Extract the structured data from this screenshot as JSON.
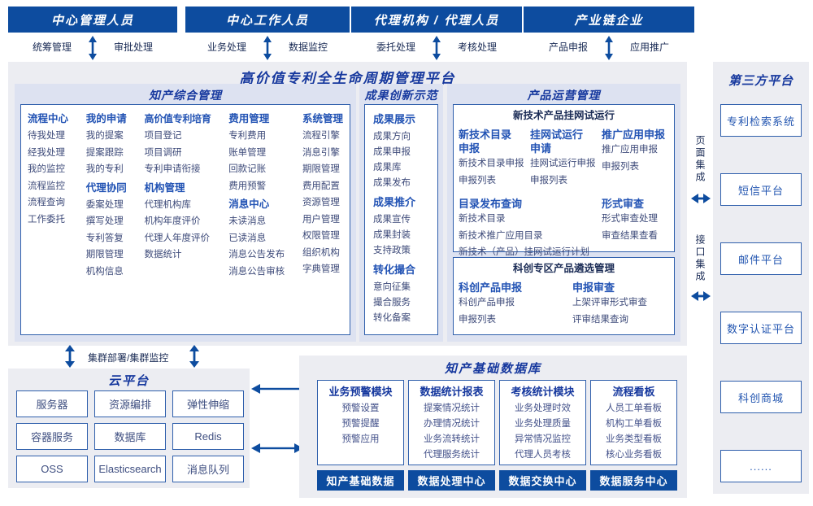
{
  "colors": {
    "bar_blue": "#0d4c9f",
    "title_blue": "#16389e",
    "header_blue": "#2253b4",
    "item_blue": "#3e4b7a",
    "border_blue": "#2f5fac",
    "section_bg": "#dde2f1",
    "panel_bg": "#ecedf2"
  },
  "actors": [
    {
      "title": "中心管理人员",
      "left_label": "统筹管理",
      "right_label": "审批处理"
    },
    {
      "title": "中心工作人员",
      "left_label": "业务处理",
      "right_label": "数据监控"
    },
    {
      "title": "代理机构 / 代理人员",
      "left_label": "委托处理",
      "right_label": "考核处理"
    },
    {
      "title": "产业链企业",
      "left_label": "产品申报",
      "right_label": "应用推广"
    }
  ],
  "platform": {
    "title": "高价值专利全生命周期管理平台",
    "ip": {
      "title": "知产综合管理",
      "columns": [
        {
          "groups": [
            {
              "header": "流程中心",
              "items": [
                "待我处理",
                "经我处理",
                "我的监控",
                "流程监控",
                "流程查询",
                "工作委托"
              ]
            }
          ]
        },
        {
          "groups": [
            {
              "header": "我的申请",
              "items": [
                "我的提案",
                "提案跟踪",
                "我的专利"
              ]
            },
            {
              "header": "代理协同",
              "items": [
                "委案处理",
                "撰写处理",
                "专利答复",
                "期限管理",
                "机构信息"
              ]
            }
          ]
        },
        {
          "groups": [
            {
              "header": "高价值专利培育",
              "items": [
                "项目登记",
                "项目调研",
                "专利申请衔接"
              ]
            },
            {
              "header": "机构管理",
              "items": [
                "代理机构库",
                "机构年度评价",
                "代理人年度评价",
                "数据统计"
              ]
            }
          ]
        },
        {
          "groups": [
            {
              "header": "费用管理",
              "items": [
                "专利费用",
                "账单管理",
                "回款记账",
                "费用预警"
              ]
            },
            {
              "header": "消息中心",
              "items": [
                "未读消息",
                "已读消息",
                "消息公告发布",
                "消息公告审核"
              ]
            }
          ]
        },
        {
          "groups": [
            {
              "header": "系统管理",
              "items": [
                "流程引擎",
                "消息引擎",
                "期限管理",
                "费用配置",
                "资源管理",
                "用户管理",
                "权限管理",
                "组织机构",
                "字典管理"
              ]
            }
          ]
        }
      ]
    },
    "achv": {
      "title": "成果创新示范",
      "groups": [
        {
          "header": "成果展示",
          "items": [
            "成果方向",
            "成果申报",
            "成果库",
            "成果发布"
          ]
        },
        {
          "header": "成果推介",
          "items": [
            "成果宣传",
            "成果封装",
            "支持政策"
          ]
        },
        {
          "header": "转化撮合",
          "items": [
            "意向征集",
            "撮合服务",
            "转化备案"
          ]
        }
      ]
    },
    "po": {
      "title": "产品运营管理",
      "trial": {
        "title": "新技术产品挂网试运行",
        "groups": [
          {
            "header": "新技术目录申报",
            "items": [
              "新技术目录申报",
              "申报列表"
            ]
          },
          {
            "header": "挂网试运行申请",
            "items": [
              "挂网试运行申报",
              "申报列表"
            ]
          },
          {
            "header": "推广应用申报",
            "items": [
              "推广应用申报",
              "申报列表"
            ]
          },
          {
            "header": "目录发布查询",
            "items": [
              "新技术目录",
              "新技术推广应用目录",
              "新技术（产品）挂网试运行计划"
            ]
          },
          {
            "header": "形式审查",
            "items": [
              "形式审查处理",
              "审查结果查看"
            ]
          }
        ]
      },
      "selection": {
        "title": "科创专区产品遴选管理",
        "groups": [
          {
            "header": "科创产品申报",
            "items": [
              "科创产品申报",
              "申报列表"
            ]
          },
          {
            "header": "申报审查",
            "items": [
              "上架评审形式审查",
              "评审结果查询"
            ]
          }
        ]
      }
    }
  },
  "integration": {
    "page": "页面集成",
    "api": "接口集成"
  },
  "third_party": {
    "title": "第三方平台",
    "items": [
      "专利检索系统",
      "短信平台",
      "邮件平台",
      "数字认证平台",
      "科创商城",
      "......"
    ]
  },
  "cluster_label": "集群部署/集群监控",
  "cloud": {
    "title": "云平台",
    "items": [
      "服务器",
      "资源编排",
      "弹性伸缩",
      "容器服务",
      "数据库",
      "Redis",
      "OSS",
      "Elasticsearch",
      "消息队列"
    ]
  },
  "database": {
    "title": "知产基础数据库",
    "modules": [
      {
        "header": "业务预警模块",
        "items": [
          "预警设置",
          "预警提醒",
          "预警应用"
        ]
      },
      {
        "header": "数据统计报表",
        "items": [
          "提案情况统计",
          "办理情况统计",
          "业务流转统计",
          "代理服务统计"
        ]
      },
      {
        "header": "考核统计模块",
        "items": [
          "业务处理时效",
          "业务处理质量",
          "异常情况监控",
          "代理人员考核"
        ]
      },
      {
        "header": "流程看板",
        "items": [
          "人员工单看板",
          "机构工单看板",
          "业务类型看板",
          "核心业务看板"
        ]
      }
    ],
    "buttons": [
      "知产基础数据",
      "数据处理中心",
      "数据交换中心",
      "数据服务中心"
    ]
  }
}
